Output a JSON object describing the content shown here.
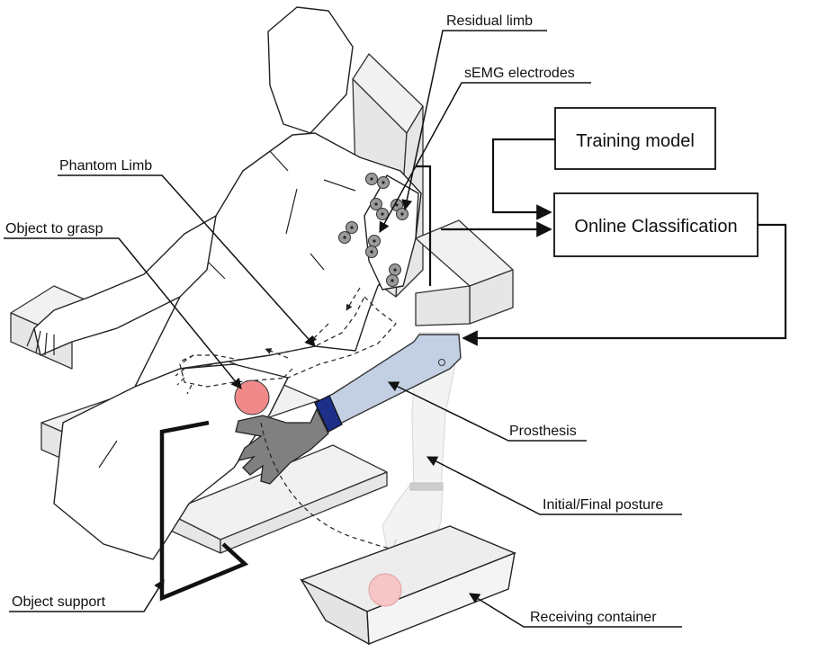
{
  "labels": {
    "residual_limb": "Residual limb",
    "semg_electrodes": "sEMG electrodes",
    "phantom_limb": "Phantom Limb",
    "object_to_grasp": "Object to grasp",
    "prosthesis": "Prosthesis",
    "initial_final_posture": "Initial/Final posture",
    "object_support": "Object support",
    "receiving_container": "Receiving container"
  },
  "boxes": {
    "training_model": "Training model",
    "online_classification": "Online Classification"
  },
  "colors": {
    "prosthesis_arm": "#c3d0e4",
    "prosthesis_cuff": "#1e2f8a",
    "prosthesis_hand": "#808080",
    "ball": "#f08a8a",
    "chair": "#e6e6e6"
  }
}
